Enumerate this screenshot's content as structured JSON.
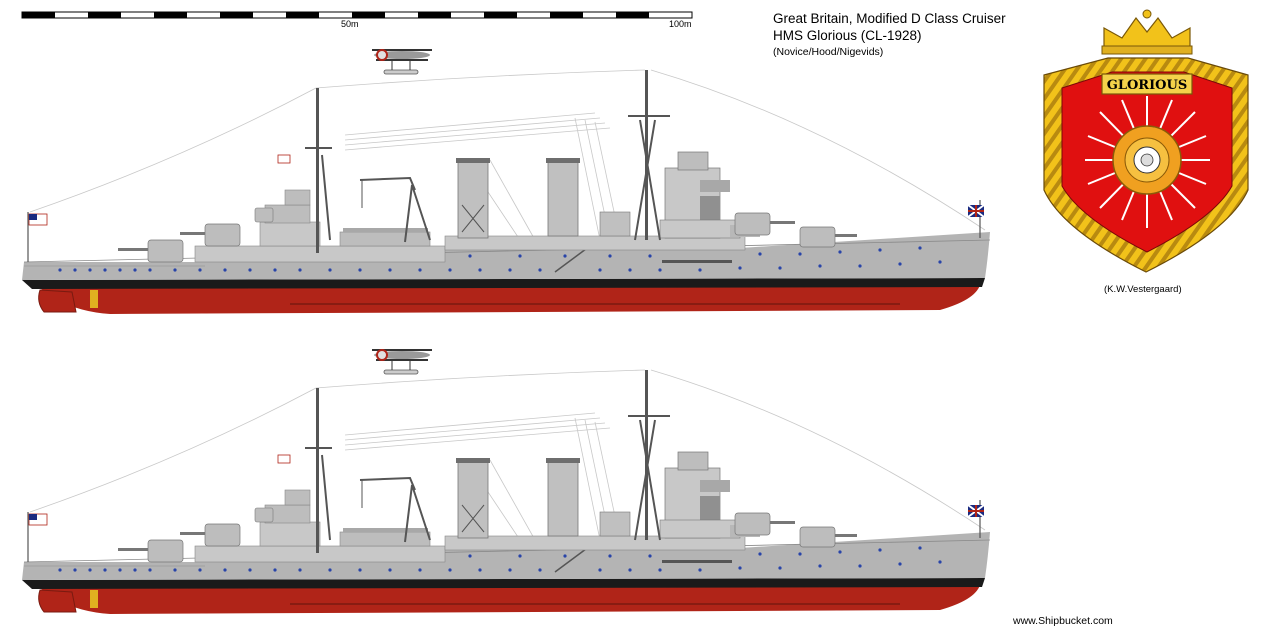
{
  "header": {
    "title": "Great Britain, Modified D  Class Cruiser",
    "subtitle": "HMS Glorious (CL-1928)",
    "authors": "(Novice/Hood/Nigevids)"
  },
  "scale_bar": {
    "mark_50": "50m",
    "mark_100": "100m"
  },
  "crest": {
    "name": "GLORIOUS",
    "credit": "(K.W.Vestergaard)"
  },
  "ships": [
    {
      "view": "profile-top"
    },
    {
      "view": "profile-bottom"
    }
  ],
  "footer": {
    "website": "www.Shipbucket.com"
  },
  "colors": {
    "hull_grey": "#b4b4b4",
    "superstructure_grey": "#c8c8c8",
    "dark_grey": "#6e6e6e",
    "boot_topping": "#1a1a1a",
    "bottom_red": "#b02418",
    "crest_red": "#e01010",
    "crest_gold": "#f2c21a",
    "porthole_blue": "#2844a8"
  }
}
